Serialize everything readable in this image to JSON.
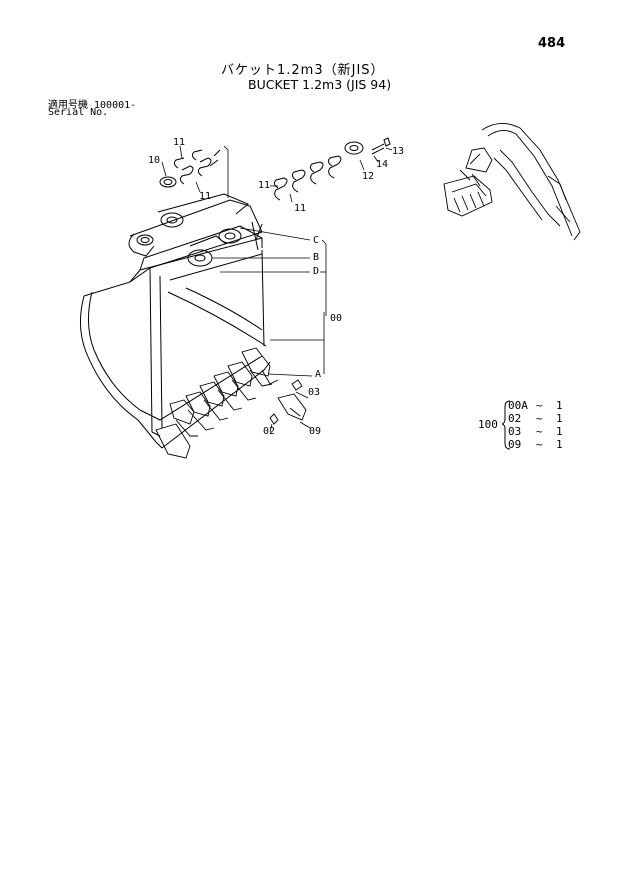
{
  "page_number": "484",
  "title_jp": "バケット1.2m3（新JIS）",
  "title_en": "BUCKET 1.2m3 (JIS 94)",
  "serial": {
    "label_jp": "適用号機 100001-",
    "label_en": "Serial No."
  },
  "callouts": {
    "c11a": "11",
    "c10": "10",
    "c11b": "11",
    "c13": "13",
    "c14": "14",
    "c12": "12",
    "c11c": "11",
    "c11d": "11",
    "cC": "C",
    "cB": "B",
    "cD": "D",
    "c00": "00",
    "cA": "A",
    "c03": "03",
    "c02": "02",
    "c09": "09"
  },
  "quantity_table": {
    "group": "100",
    "rows": [
      {
        "part": "00A",
        "sep": "~",
        "qty": "1"
      },
      {
        "part": "02",
        "sep": "~",
        "qty": "1"
      },
      {
        "part": "03",
        "sep": "~",
        "qty": "1"
      },
      {
        "part": "09",
        "sep": "~",
        "qty": "1"
      }
    ]
  }
}
